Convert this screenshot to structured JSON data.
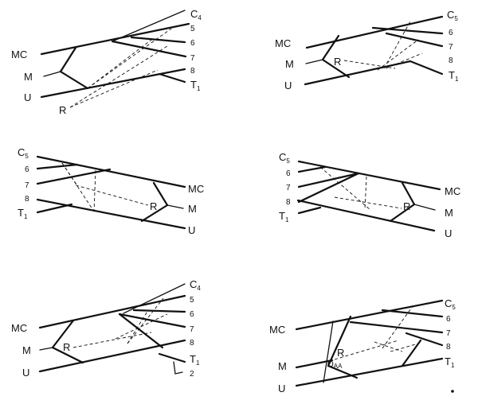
{
  "colors": {
    "ink": "#111111",
    "background": "#ffffff"
  },
  "panels": [
    {
      "id": "a",
      "labels": {
        "cervical": "C",
        "cervical_sub": "4",
        "n5": "5",
        "n6": "6",
        "n7": "7",
        "n8": "8",
        "thoracic": "T",
        "thoracic_sub": "1",
        "mc": "MC",
        "m": "M",
        "u": "U",
        "r": "R"
      }
    },
    {
      "id": "b",
      "labels": {
        "cervical": "C",
        "cervical_sub": "5",
        "n6": "6",
        "n7": "7",
        "n8": "8",
        "thoracic": "T",
        "thoracic_sub": "1",
        "mc": "MC",
        "m": "M",
        "u": "U",
        "r": "R"
      }
    },
    {
      "id": "c",
      "labels": {
        "cervical": "C",
        "cervical_sub": "5",
        "n6": "6",
        "n7": "7",
        "n8": "8",
        "thoracic": "T",
        "thoracic_sub": "1",
        "mc": "MC",
        "m": "M",
        "u": "U",
        "r": "R"
      }
    },
    {
      "id": "d",
      "labels": {
        "cervical": "C",
        "cervical_sub": "5",
        "n6": "6",
        "n7": "7",
        "n8": "8",
        "thoracic": "T",
        "thoracic_sub": "1",
        "mc": "MC",
        "m": "M",
        "u": "U",
        "r": "R"
      }
    },
    {
      "id": "e",
      "labels": {
        "cervical": "C",
        "cervical_sub": "4",
        "n5": "5",
        "n6": "6",
        "n7": "7",
        "n8": "8",
        "thoracic": "T",
        "thoracic_sub": "1",
        "t2": "2",
        "mc": "MC",
        "m": "M",
        "u": "U",
        "r": "R"
      }
    },
    {
      "id": "f",
      "labels": {
        "cervical": "C",
        "cervical_sub": "5",
        "n6": "6",
        "n7": "7",
        "n8": "8",
        "thoracic": "T",
        "thoracic_sub": "1",
        "mc": "MC",
        "m": "M",
        "u": "U",
        "r": "R",
        "aa_prefix": "O",
        "aa": "AA"
      }
    }
  ]
}
